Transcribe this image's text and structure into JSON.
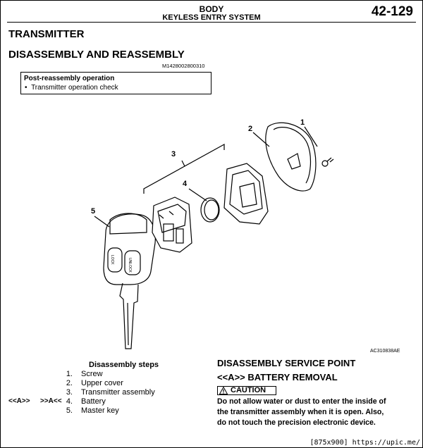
{
  "header": {
    "section": "BODY",
    "subsection": "KEYLESS ENTRY SYSTEM",
    "page_number": "42-129"
  },
  "title": "TRANSMITTER",
  "subtitle": "DISASSEMBLY AND REASSEMBLY",
  "doc_id": "M1428002800310",
  "post_reassembly": {
    "title": "Post-reassembly operation",
    "items": [
      "Transmitter operation check"
    ]
  },
  "figure": {
    "code": "AC310838AE",
    "callouts": [
      "1",
      "2",
      "3",
      "4",
      "5"
    ],
    "key_buttons": [
      "LOCK",
      "UNLOCK"
    ]
  },
  "disassembly_steps": {
    "title": "Disassembly steps",
    "steps": [
      {
        "num": "1.",
        "text": "Screw"
      },
      {
        "num": "2.",
        "text": "Upper cover"
      },
      {
        "num": "3.",
        "text": "Transmitter assembly"
      },
      {
        "num": "4.",
        "text": "Battery"
      },
      {
        "num": "5.",
        "text": "Master key"
      }
    ],
    "codes": [
      "<<A>>",
      ">>A<<"
    ]
  },
  "service_point": {
    "title": "DISASSEMBLY SERVICE POINT",
    "subtitle": "<<A>> BATTERY REMOVAL",
    "caution_label": "CAUTION",
    "caution_lines": [
      "Do not allow water or dust to enter the inside of",
      "the transmitter assembly when it is open. Also,",
      "do not touch the precision electronic device."
    ]
  },
  "watermark": "[875x900] https://upic.me/"
}
